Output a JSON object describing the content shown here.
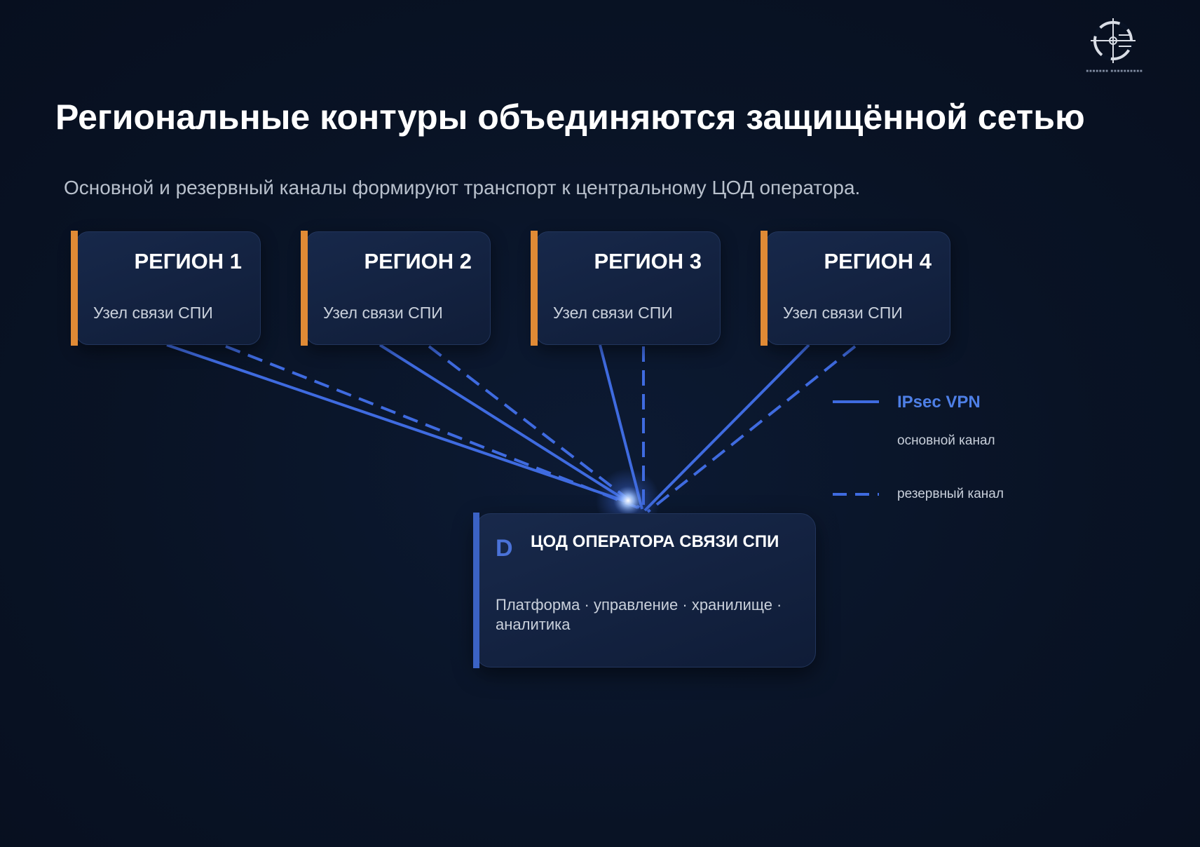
{
  "header": {
    "title": "Региональные контуры объединяются защищённой сетью",
    "subtitle": "Основной и резервный каналы формируют транспорт к центральному ЦОД оператора."
  },
  "regions": [
    {
      "title": "РЕГИОН 1",
      "subtitle": "Узел связи СПИ"
    },
    {
      "title": "РЕГИОН 2",
      "subtitle": "Узел связи СПИ"
    },
    {
      "title": "РЕГИОН 3",
      "subtitle": "Узел связи СПИ"
    },
    {
      "title": "РЕГИОН 4",
      "subtitle": "Узел связи СПИ"
    }
  ],
  "hub": {
    "icon_letter": "D",
    "title": "ЦОД ОПЕРАТОРА СВЯЗИ СПИ",
    "description": "Платформа · управление · хранилище · аналитика"
  },
  "legend": {
    "title": "IPsec VPN",
    "primary": "основной канал",
    "backup": "резервный канал"
  },
  "colors": {
    "background": "#091325",
    "region_accent": "#e08a35",
    "hub_accent": "#3b62c4",
    "link": "#3f6be0",
    "legend_title": "#4e7fe6"
  },
  "icons": {
    "logo": "crosshair-emblem-icon",
    "hub": "letter-d-icon"
  }
}
